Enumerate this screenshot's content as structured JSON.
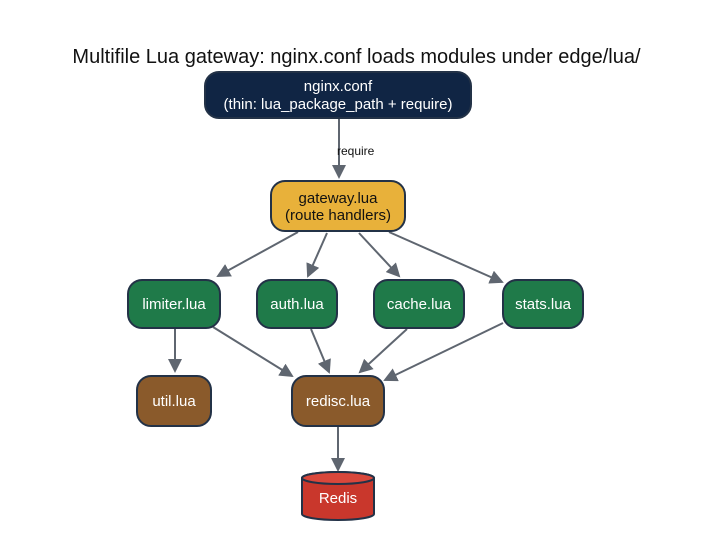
{
  "title": "Multifile Lua gateway: nginx.conf loads modules under edge/lua/",
  "colors": {
    "config_node": "#102544",
    "gateway_node": "#e8b13a",
    "module_node": "#1f7a49",
    "helper_node": "#8a5a2b",
    "store_node": "#c9372c",
    "border": "#233247",
    "edge": "#5f6670"
  },
  "nodes": {
    "nginx": {
      "line1": "nginx.conf",
      "line2": "(thin: lua_package_path + require)"
    },
    "gateway": {
      "line1": "gateway.lua",
      "line2": "(route handlers)"
    },
    "limiter": {
      "label": "limiter.lua"
    },
    "auth": {
      "label": "auth.lua"
    },
    "cache": {
      "label": "cache.lua"
    },
    "stats": {
      "label": "stats.lua"
    },
    "util": {
      "label": "util.lua"
    },
    "redisc": {
      "label": "redisc.lua"
    },
    "redis": {
      "label": "Redis",
      "shape": "cylinder"
    }
  },
  "edges": [
    {
      "from": "nginx.conf",
      "to": "gateway.lua",
      "label": "require"
    },
    {
      "from": "gateway.lua",
      "to": "limiter.lua",
      "label": ""
    },
    {
      "from": "gateway.lua",
      "to": "auth.lua",
      "label": ""
    },
    {
      "from": "gateway.lua",
      "to": "cache.lua",
      "label": ""
    },
    {
      "from": "gateway.lua",
      "to": "stats.lua",
      "label": ""
    },
    {
      "from": "limiter.lua",
      "to": "util.lua",
      "label": ""
    },
    {
      "from": "limiter.lua",
      "to": "redisc.lua",
      "label": ""
    },
    {
      "from": "auth.lua",
      "to": "redisc.lua",
      "label": ""
    },
    {
      "from": "cache.lua",
      "to": "redisc.lua",
      "label": ""
    },
    {
      "from": "stats.lua",
      "to": "redisc.lua",
      "label": ""
    },
    {
      "from": "redisc.lua",
      "to": "Redis",
      "label": ""
    }
  ]
}
